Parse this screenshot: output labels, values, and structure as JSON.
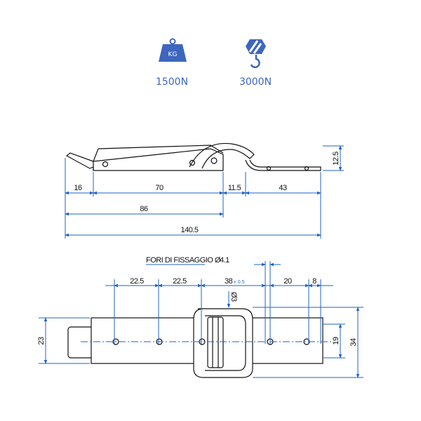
{
  "ratings": [
    {
      "icon": "weight-icon",
      "icon_text": "KG",
      "value": "1500N"
    },
    {
      "icon": "crane-hook-icon",
      "value": "3000N"
    }
  ],
  "side_view": {
    "dims": {
      "d16": "16",
      "d70": "70",
      "d11_5": "11.5",
      "d43": "43",
      "d86": "86",
      "d140_5": "140.5",
      "h12_5": "12.5"
    }
  },
  "top_view": {
    "fixing_holes_label": "FORI DI FISSAGGIO Ø",
    "fixing_holes_value": "4.1",
    "dims": {
      "a": "22.5",
      "b": "22.5",
      "c": "38",
      "c_tol": "± 0.5",
      "d": "20",
      "e": "8",
      "pin": "Ø3",
      "h23": "23",
      "h19": "19",
      "h34": "34"
    }
  },
  "colors": {
    "accent": "#3d66bf",
    "dimension": "#1f63c6",
    "outline": "#111111"
  }
}
